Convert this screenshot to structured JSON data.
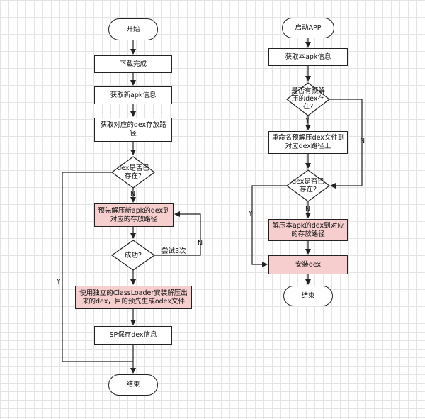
{
  "left": {
    "start": "开始",
    "download_done": "下载完成",
    "get_new_apk": "获取新apk信息",
    "get_dex_path": "获取对应的dex存放路径",
    "dex_exists": "dex是否已存在?",
    "pre_decompress": "预先解压新apk的dex到对应的存放路径",
    "success": "成功?",
    "retry": "尝试3次",
    "classloader": "使用独立的ClassLoader安装解压出来的dex，目的预先生成odex文件",
    "sp_save": "SP保存dex信息",
    "end": "结束",
    "label_n_top": "N",
    "label_n_retry": "N",
    "label_y": "Y"
  },
  "right": {
    "start": "启动APP",
    "get_apk": "获取本apk信息",
    "has_pre": "是否有预解压的dex存在?",
    "rename": "重命名预解压dex文件到对应dex路径上",
    "dex_exists": "dex是否已存在?",
    "decompress": "解压本apk的dex到对应的存放路径",
    "install": "安装dex",
    "end": "结束",
    "label_y_top": "Y",
    "label_n_side": "N",
    "label_n_mid": "N",
    "label_y_side": "Y"
  },
  "colors": {
    "highlight": "#f7cece",
    "stroke": "#222222",
    "grid": "#e4e4e4"
  }
}
